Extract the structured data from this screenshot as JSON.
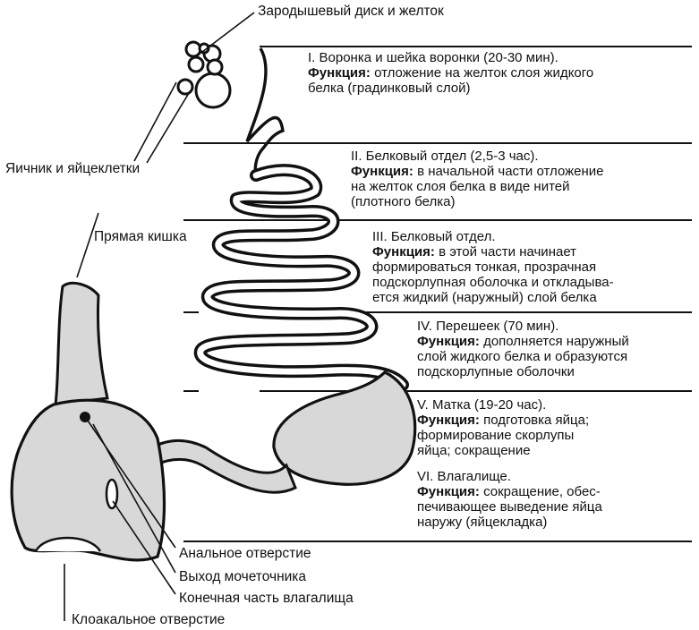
{
  "labels": {
    "germinal_disc": "Зародышевый диск и желток",
    "ovary": "Яичник и яйцеклетки",
    "rectum": "Прямая кишка",
    "anal_opening": "Анальное отверстие",
    "ureter_outlet": "Выход мочеточника",
    "vagina_end": "Конечная часть влагалища",
    "cloacal_opening": "Клоакальное отверстие"
  },
  "sections": [
    {
      "title": "I. Воронка и шейка воронки (20-30 мин).",
      "function_label": "Функция:",
      "function_lines": [
        "Функция: отложение на желток слоя жидкого",
        "белка (градинковый слой)"
      ]
    },
    {
      "title": "II. Белковый отдел (2,5-3 час).",
      "function_label": "Функция:",
      "function_lines": [
        "Функция: в начальной части отложение",
        "на желток слоя белка в виде нитей",
        "(плотного белка)"
      ]
    },
    {
      "title": "III. Белковый отдел.",
      "function_label": "Функция:",
      "function_lines": [
        "Функция: в этой части начинает",
        "формироваться тонкая, прозрачная",
        "подскорлупная оболочка и откладыва-",
        "ется жидкий (наружный) слой белка"
      ]
    },
    {
      "title": "IV. Перешеек (70 мин).",
      "function_label": "Функция:",
      "function_lines": [
        "Функция: дополняется наружный",
        "слой жидкого белка и образуются",
        "подскорлупные оболочки"
      ]
    },
    {
      "title": "V. Матка (19-20 час).",
      "function_label": "Функция:",
      "function_lines": [
        "Функция: подготовка яйца;",
        "формирование скорлупы",
        "яйца; сокращение"
      ]
    },
    {
      "title": "VI. Влагалище.",
      "function_label": "Функция:",
      "function_lines": [
        "Функция: сокращение, обес-",
        "печивающее выведение яйца",
        "наружу (яйцекладка)"
      ]
    }
  ],
  "colors": {
    "ink": "#111111",
    "paper": "#ffffff",
    "fill": "#d8d8d8"
  }
}
